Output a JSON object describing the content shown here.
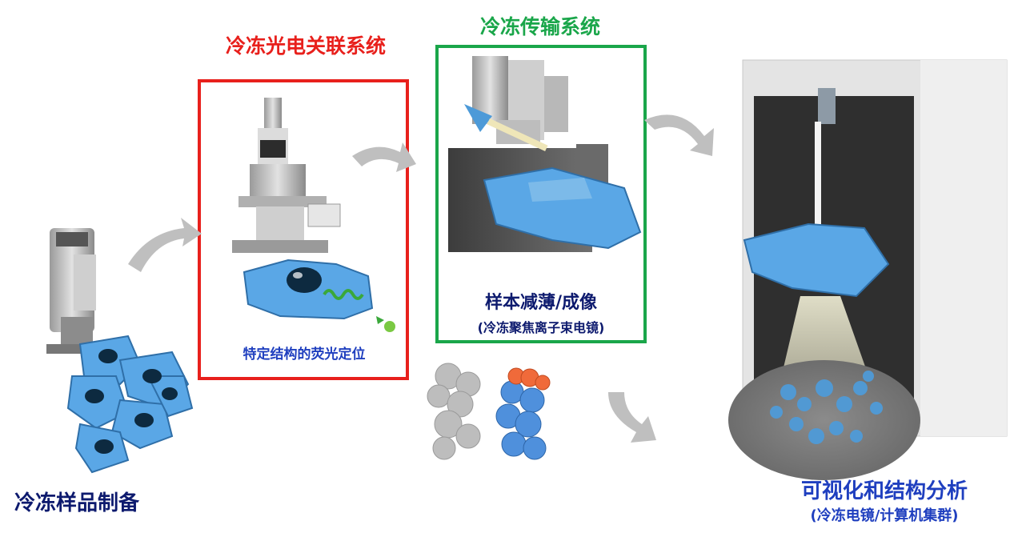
{
  "colors": {
    "red": "#e8201c",
    "green": "#1aa64a",
    "navy": "#0d1a6e",
    "blue_caption": "#1f3fbf",
    "cell_blue": "#5aa7e6",
    "arrow_gray": "#b8b8b8"
  },
  "headings": {
    "clem": "冷冻光电关联系统",
    "transfer": "冷冻传输系统"
  },
  "captions": {
    "fluorescence": "特定结构的荧光定位",
    "fib_main": "样本减薄/成像",
    "fib_sub": "(冷冻聚焦离子束电镜)",
    "sample_prep": "冷冻样品制备",
    "visualization": "可视化和结构分析",
    "visualization_sub": "(冷冻电镜/计算机集群)"
  },
  "icons": [
    "plunge-freezer-icon",
    "light-microscope-icon",
    "fib-sem-icon",
    "cryo-em-icon",
    "protein-density-icon",
    "flow-arrow-icon",
    "cell-icon"
  ]
}
